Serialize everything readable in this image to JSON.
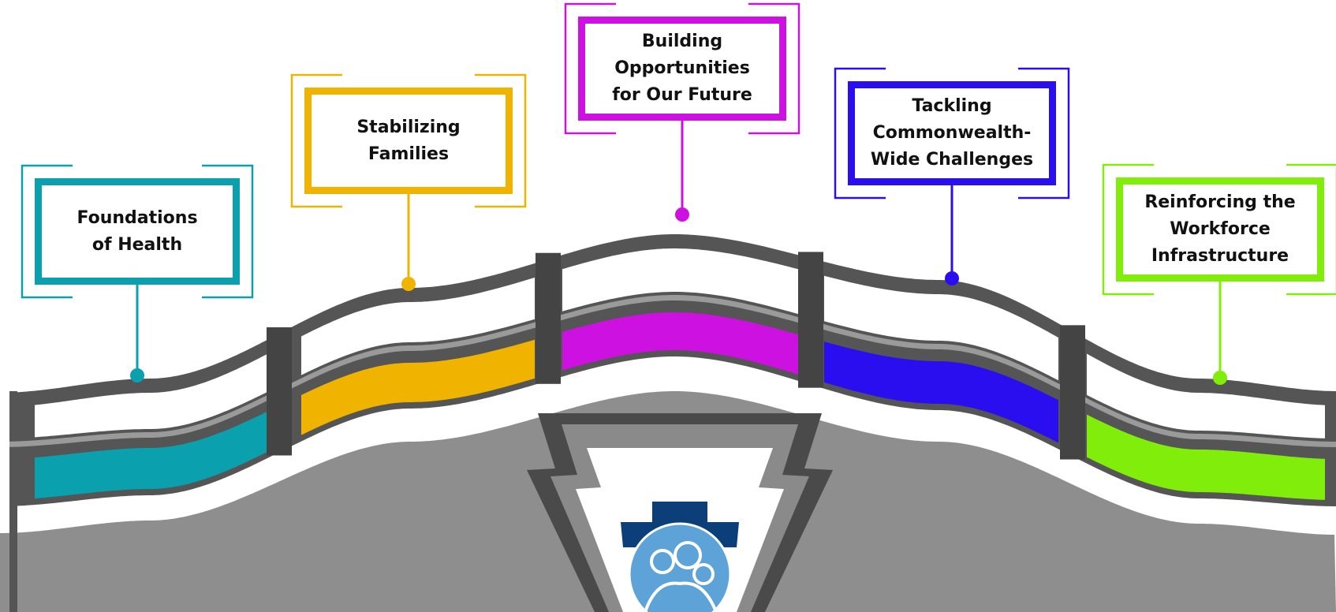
{
  "pillars": [
    {
      "id": "foundations",
      "label": "Foundations\nof Health",
      "color": "#0aa0ae"
    },
    {
      "id": "stabilizing",
      "label": "Stabilizing\nFamilies",
      "color": "#f0b400"
    },
    {
      "id": "building",
      "label": "Building\nOpportunities\nfor Our Future",
      "color": "#cc11e0"
    },
    {
      "id": "tackling",
      "label": "Tackling\nCommonwealth-\nWide Challenges",
      "color": "#2a0ef0"
    },
    {
      "id": "reinforcing",
      "label": "Reinforcing the\nWorkforce\nInfrastructure",
      "color": "#80ee0a"
    }
  ],
  "bridge": {
    "rail_color": "#555555",
    "stripe_color": "#9a9a9a",
    "body_color": "#8e8e8e",
    "keystone_outer": "#4a4a4a",
    "keystone_mid": "#8a8a8a",
    "crest_color": "#0c3f7a",
    "emblem_color": "#5ea3d8"
  }
}
